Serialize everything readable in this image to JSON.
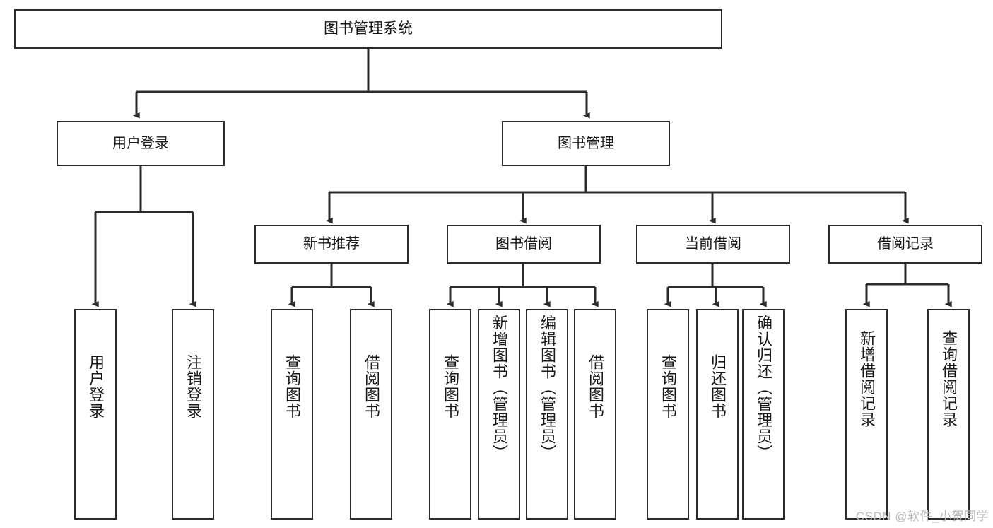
{
  "diagram": {
    "type": "tree-hierarchy-chart",
    "title": "图书管理系统",
    "watermark": "CSDN @软件_小贺同学",
    "colors": {
      "box_border": "#2b2b2b",
      "box_fill": "#ffffff",
      "connector": "#2b2b2b",
      "text": "#1a1a1a",
      "watermark": "#b9b9b9"
    },
    "levels": {
      "root": "图书管理系统",
      "level2": [
        "用户登录",
        "图书管理"
      ],
      "level3": [
        "新书推荐",
        "图书借阅",
        "当前借阅",
        "借阅记录"
      ]
    },
    "nodes": {
      "root": {
        "label": "图书管理系统"
      },
      "user_login": {
        "label": "用户登录"
      },
      "book_manage": {
        "label": "图书管理"
      },
      "new_book_rec": {
        "label": "新书推荐"
      },
      "book_borrow": {
        "label": "图书借阅"
      },
      "current_borrow": {
        "label": "当前借阅"
      },
      "borrow_record": {
        "label": "借阅记录"
      }
    },
    "leaves": {
      "user_login": [
        {
          "label": "用户登录"
        },
        {
          "label": "注销登录"
        }
      ],
      "new_book_rec": [
        {
          "label": "查询图书"
        },
        {
          "label": "借阅图书"
        }
      ],
      "book_borrow": [
        {
          "label": "查询图书"
        },
        {
          "label": "新增图书（管理员）"
        },
        {
          "label": "编辑图书（管理员）"
        },
        {
          "label": "借阅图书"
        }
      ],
      "current_borrow": [
        {
          "label": "查询图书"
        },
        {
          "label": "归还图书"
        },
        {
          "label": "确认归还（管理员）"
        }
      ],
      "borrow_record": [
        {
          "label": "新增借阅记录"
        },
        {
          "label": "查询借阅记录"
        }
      ]
    }
  }
}
